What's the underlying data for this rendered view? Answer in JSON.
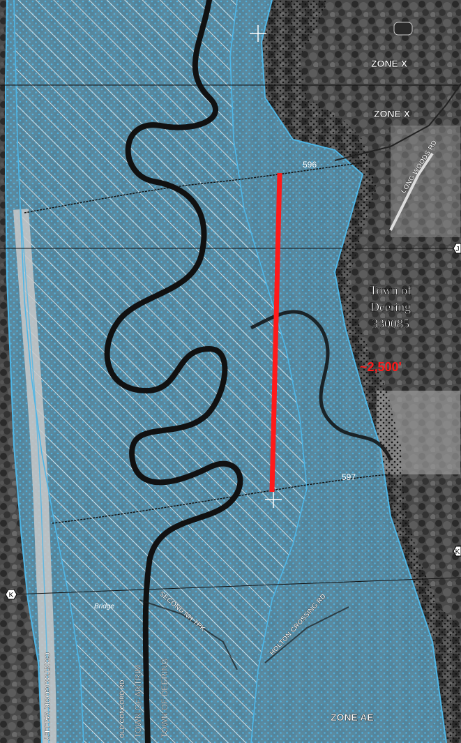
{
  "map": {
    "zones": {
      "zone_x_top": "ZONE X",
      "zone_x_mid": "ZONE X",
      "zone_ae": "ZONE AE"
    },
    "cross_sections": {
      "xs_596": "596",
      "xs_597": "597"
    },
    "town": {
      "name_line1": "Town of",
      "name_line2": "Deering",
      "community_id": "330085"
    },
    "measurement": {
      "distance_label": "~2,500'",
      "line_color": "#ff1a1a"
    },
    "roads": {
      "long_woods_rd": "LONG WOODS RD",
      "holton_crossing_rd": "HOLTON CROSSING RD",
      "second_nh_tpk": "SECOND NH TPK",
      "old_concord_rd": "OLD CONCORD RD",
      "contoocook_valley": "CONTOOCOOK VALLEY"
    },
    "features": {
      "bridge": "Bridge"
    },
    "boundaries": {
      "town_of_antrim": "TOWN OF ANTRIM",
      "town_of_deering": "TOWN OF DEERING"
    },
    "panel_markers": {
      "k_left": "K",
      "k_right": "K",
      "j_right": "J"
    },
    "colors": {
      "floodplain_fill": "#5a8fa8",
      "floodplain_edge": "#4fb6e6",
      "hatch": "#ffffff",
      "river": "#111111",
      "aerial_dark": "#3d3d3d",
      "aerial_light": "#bdbdbd"
    }
  }
}
